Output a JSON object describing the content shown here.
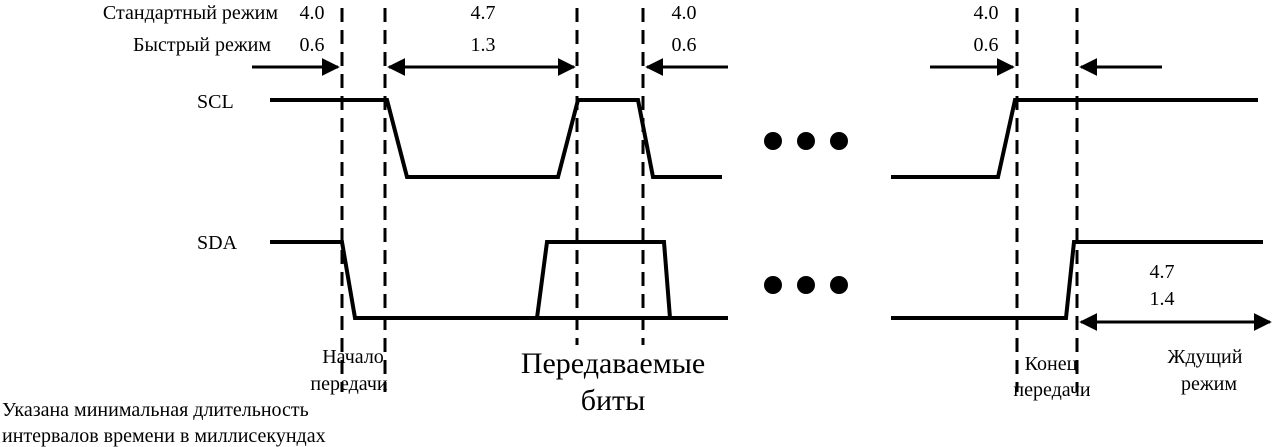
{
  "labels": {
    "standard_mode": "Стандартный режим",
    "fast_mode": "Быстрый режим",
    "scl": "SCL",
    "sda": "SDA",
    "start_line1": "Начало",
    "start_line2": "передачи",
    "bits_line1": "Передаваемые",
    "bits_line2": "биты",
    "stop_line1": "Конец",
    "stop_line2": "передачи",
    "idle_line1": "Ждущий",
    "idle_line2": "режим",
    "note_line1": "Указана минимальная длительность",
    "note_line2": "интервалов времени в миллисекундах"
  },
  "timings": {
    "start": {
      "standard": "4.0",
      "fast": "0.6"
    },
    "low": {
      "standard": "4.7",
      "fast": "1.3"
    },
    "high": {
      "standard": "4.0",
      "fast": "0.6"
    },
    "stop": {
      "standard": "4.0",
      "fast": "0.6"
    },
    "idle": {
      "standard": "4.7",
      "fast": "1.4"
    }
  },
  "colors": {
    "line": "#000000",
    "background": "#ffffff"
  }
}
